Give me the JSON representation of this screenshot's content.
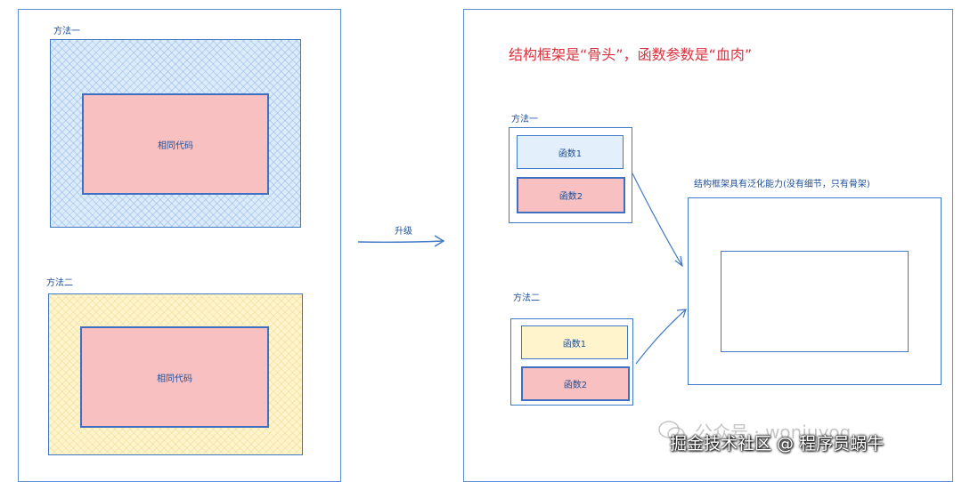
{
  "left_panel": {
    "method1_label": "方法一",
    "method1_inner": "相同代码",
    "method2_label": "方法二",
    "method2_inner": "相同代码"
  },
  "upgrade_label": "升级",
  "right_panel": {
    "heading": "结构框架是“骨头”，函数参数是“血肉”",
    "method1_label": "方法一",
    "method1_items": [
      "函数1",
      "函数2"
    ],
    "method2_label": "方法二",
    "method2_items": [
      "函数1",
      "函数2"
    ],
    "generalization_label": "结构框架具有泛化能力(没有细节，只有骨架)"
  },
  "watermark_faded": "公众号 · wonjuyog",
  "watermark": "掘金技术社区 @ 程序员蜗牛",
  "colors": {
    "heading": "#d9333f",
    "border": "#3f78c4",
    "pink": "#f8c0c0",
    "light_blue": "#dcebfa",
    "light_yellow": "#fff4cc"
  }
}
